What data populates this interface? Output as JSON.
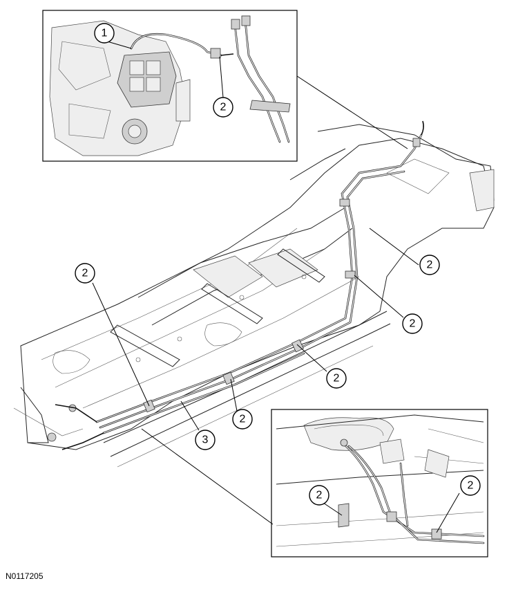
{
  "figure_id": "N0117205",
  "callouts": {
    "c1": "1",
    "c2": "2",
    "c3": "3"
  }
}
